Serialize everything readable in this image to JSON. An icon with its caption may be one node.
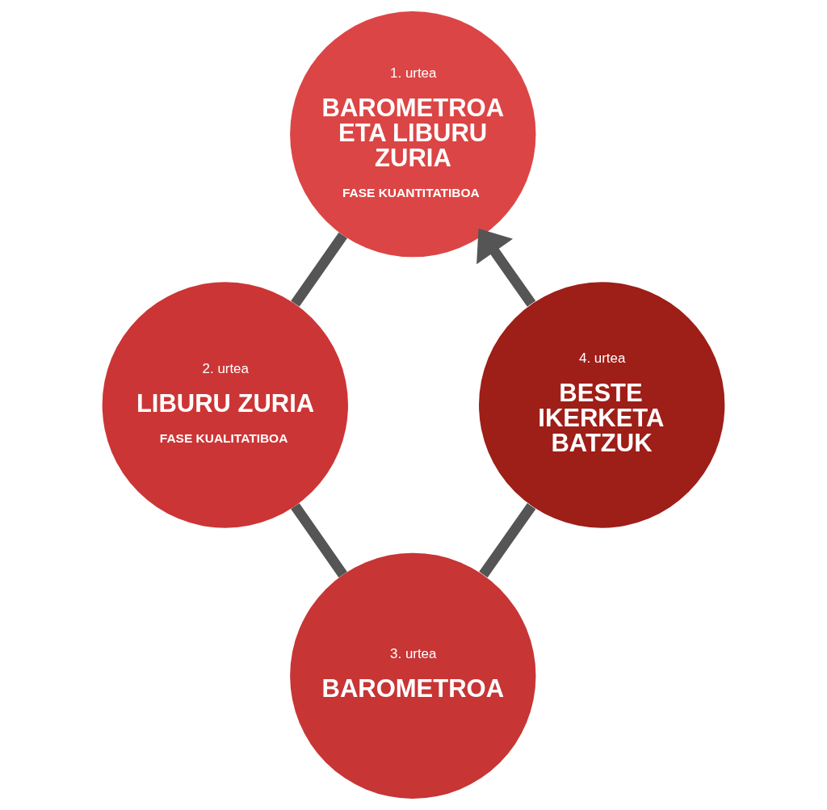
{
  "diagram": {
    "nodes": [
      {
        "text": [
          "1. urtea",
          "BAROMETROA ETA LIBURU ZURIA",
          "FASE KUANTITATIBOA"
        ]
      },
      {
        "text": [
          "2. urtea",
          "LIBURU ZURIA",
          "FASE KUALITATIBOA"
        ]
      },
      {
        "text": [
          "3. urtea",
          "BAROMETROA"
        ]
      },
      {
        "text": [
          "4. urtea",
          "BESTE IKERKETA BATZUK"
        ]
      }
    ],
    "edges": [
      {
        "from": 0,
        "to": 1,
        "arrow": "none"
      },
      {
        "from": 1,
        "to": 2,
        "arrow": "none"
      },
      {
        "from": 2,
        "to": 3,
        "arrow": "none"
      },
      {
        "from": 3,
        "to": 0,
        "arrow": "to"
      }
    ]
  }
}
